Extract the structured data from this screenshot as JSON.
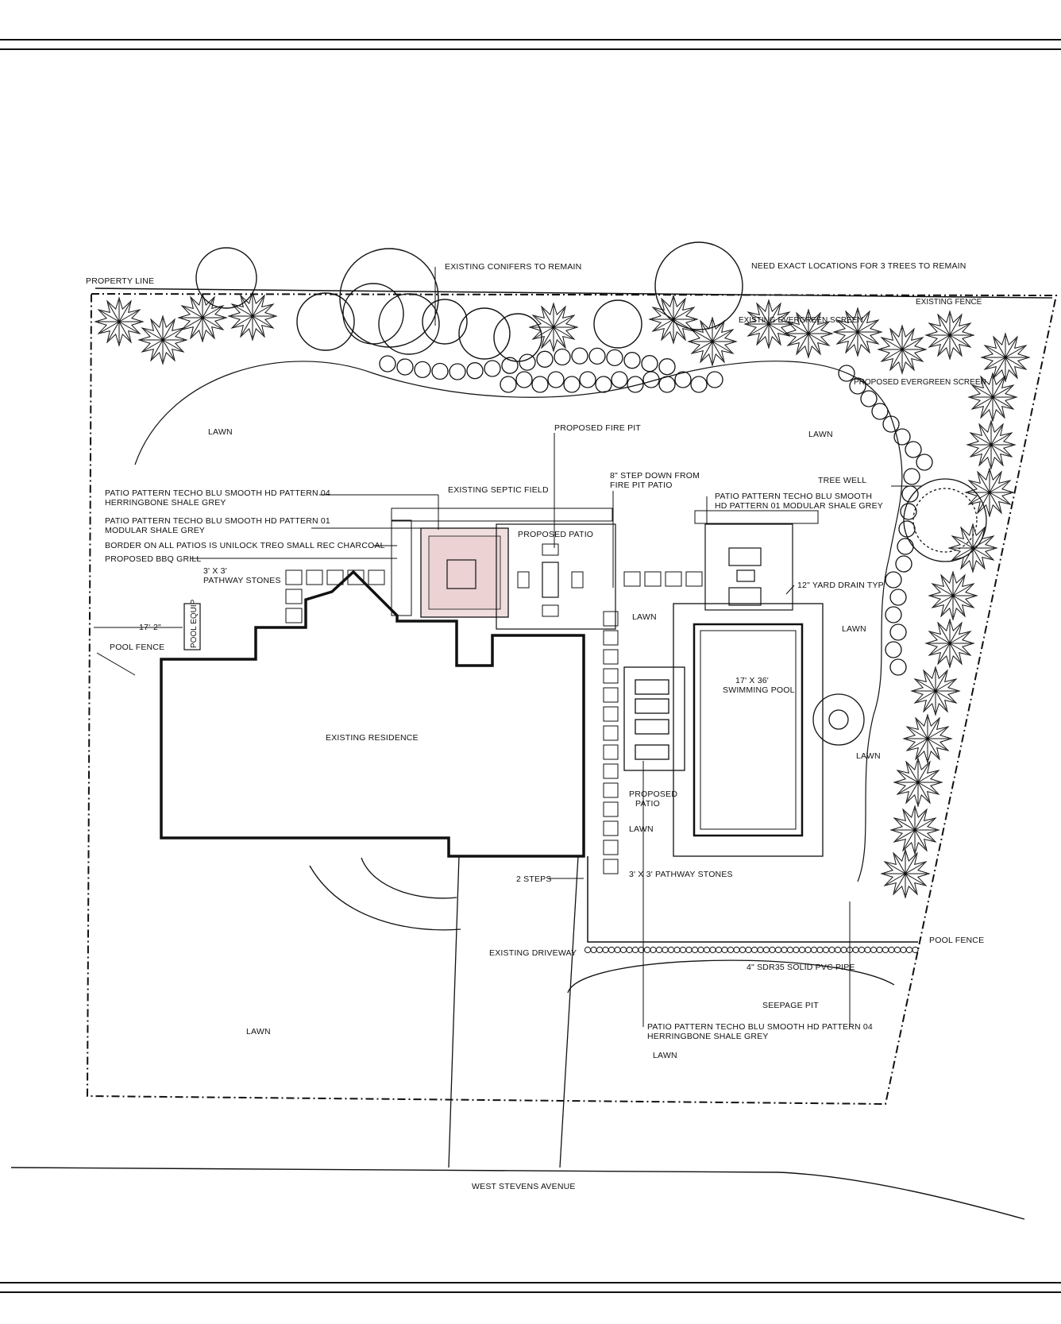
{
  "labels": {
    "property_line": "PROPERTY LINE",
    "existing_conifers": "EXISTING CONIFERS TO REMAIN",
    "need_exact_locations": "NEED EXACT LOCATIONS FOR 3 TREES TO REMAIN",
    "existing_fence": "EXISTING FENCE",
    "existing_evergreen_screen": "EXISTING EVERGREEN SCREEN",
    "proposed_evergreen_screen": "PROPOSED EVERGREEN SCREEN",
    "lawn_nw": "LAWN",
    "lawn_ne": "LAWN",
    "proposed_fire_pit": "PROPOSED FIRE PIT",
    "step_down_1": "8\" STEP DOWN FROM",
    "step_down_2": "FIRE PIT PATIO",
    "tree_well": "TREE WELL",
    "patio_herringbone_1": "PATIO PATTERN TECHO BLU SMOOTH HD PATTERN 04",
    "patio_herringbone_2": "HERRINGBONE SHALE GREY",
    "existing_septic_field": "EXISTING SEPTIC FIELD",
    "patio_modular_1": "PATIO PATTERN TECHO BLU SMOOTH HD PATTERN 01",
    "patio_modular_2": "MODULAR SHALE GREY",
    "border_all_patios": "BORDER ON ALL PATIOS IS UNILOCK TREO SMALL REC CHARCOAL",
    "proposed_bbq": "PROPOSED BBQ GRILL",
    "proposed_patio_top": "PROPOSED PATIO",
    "patio_right_1": "PATIO PATTERN TECHO BLU SMOOTH",
    "patio_right_2": "HD PATTERN 01 MODULAR SHALE GREY",
    "pathway_1": "3' X 3'",
    "pathway_2": "PATHWAY STONES",
    "yard_drain": "12\" YARD DRAIN TYP",
    "dim_17_2": "17'-2\"",
    "pool_equip": "POOL EQUIP",
    "pool_fence_left": "POOL FENCE",
    "lawn_center": "LAWN",
    "lawn_right_top": "LAWN",
    "pool_1": "17' X 36'",
    "pool_2": "SWIMMING POOL",
    "existing_residence": "EXISTING RESIDENCE",
    "lawn_right_mid": "LAWN",
    "proposed_patio_side_1": "PROPOSED",
    "proposed_patio_side_2": "PATIO",
    "lawn_pool_left": "LAWN",
    "two_steps": "2 STEPS",
    "pathway_stones_bottom": "3' X 3' PATHWAY STONES",
    "existing_driveway": "EXISTING DRIVEWAY",
    "pool_fence_right": "POOL FENCE",
    "pvc_pipe": "4\" SDR35 SOLID PVC PIPE",
    "seepage_pit": "SEEPAGE PIT",
    "patio_bottom_1": "PATIO PATTERN TECHO BLU SMOOTH HD PATTERN 04",
    "patio_bottom_2": "HERRINGBONE SHALE GREY",
    "lawn_bottom_left": "LAWN",
    "lawn_bottom_right": "LAWN",
    "street": "WEST STEVENS AVENUE"
  }
}
